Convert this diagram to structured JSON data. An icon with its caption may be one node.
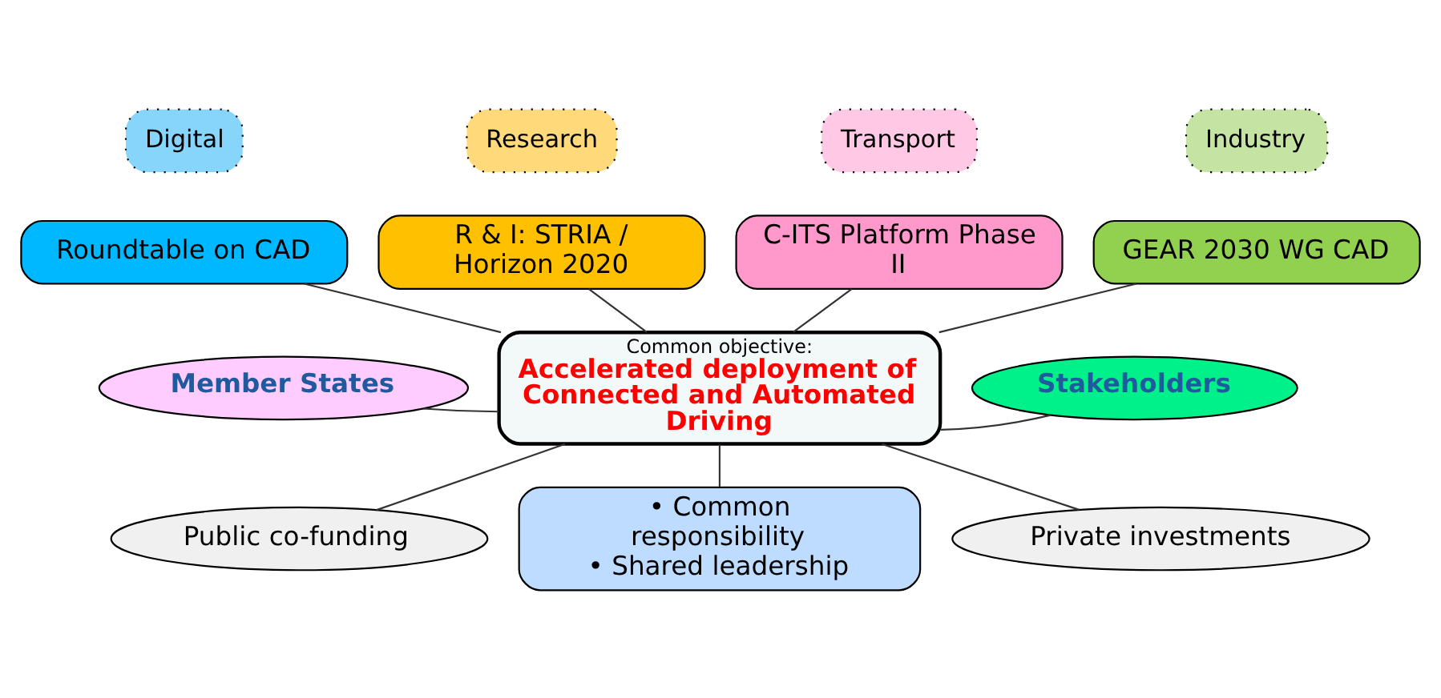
{
  "diagram": {
    "nodes": [
      {
        "text": [
          "Digital"
        ]
      },
      {
        "text": [
          "Research"
        ]
      },
      {
        "text": [
          "Transport"
        ]
      },
      {
        "text": [
          "Industry"
        ]
      },
      {
        "text": [
          "Roundtable on CAD"
        ]
      },
      {
        "text": [
          "R & I: STRIA / Horizon 2020"
        ]
      },
      {
        "text": [
          "C-ITS Platform Phase II"
        ]
      },
      {
        "text": [
          "GEAR 2030 WG CAD"
        ]
      },
      {
        "text": [
          "Member States"
        ]
      },
      {
        "text": [
          "Common objective:",
          "Accelerated deployment of Connected and Automated Driving"
        ]
      },
      {
        "text": [
          "Stakeholders"
        ]
      },
      {
        "text": [
          "Public co-funding"
        ]
      },
      {
        "text": [
          "• Common responsibility",
          "• Shared leadership"
        ]
      },
      {
        "text": [
          "Private investments"
        ]
      }
    ],
    "edges": [
      {
        "from": 4,
        "to": 9,
        "arrow": "none"
      },
      {
        "from": 5,
        "to": 9,
        "arrow": "none"
      },
      {
        "from": 6,
        "to": 9,
        "arrow": "none"
      },
      {
        "from": 7,
        "to": 9,
        "arrow": "none"
      },
      {
        "from": 8,
        "to": 9,
        "arrow": "none"
      },
      {
        "from": 9,
        "to": 10,
        "arrow": "none"
      },
      {
        "from": 9,
        "to": 11,
        "arrow": "none"
      },
      {
        "from": 9,
        "to": 12,
        "arrow": "none"
      },
      {
        "from": 9,
        "to": 13,
        "arrow": "none"
      }
    ]
  }
}
